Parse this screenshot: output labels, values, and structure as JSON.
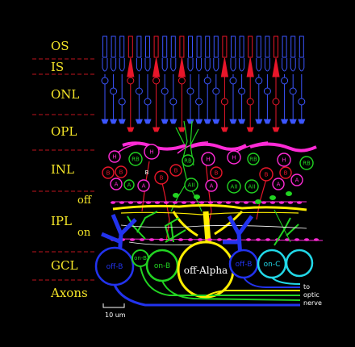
{
  "layers": [
    {
      "id": "os",
      "label": "OS"
    },
    {
      "id": "is",
      "label": "IS"
    },
    {
      "id": "onl",
      "label": "ONL"
    },
    {
      "id": "opl",
      "label": "OPL"
    },
    {
      "id": "inl",
      "label": "INL"
    },
    {
      "id": "ipl",
      "label": "IPL"
    },
    {
      "id": "gcl",
      "label": "GCL"
    },
    {
      "id": "axons",
      "label": "Axons"
    }
  ],
  "sublayers": {
    "off": "off",
    "on": "on"
  },
  "cells": {
    "horizontal": "H",
    "rod_bipolar": "RB",
    "bipolar": "B",
    "amacrine": "A",
    "aii": "AII"
  },
  "ganglion": {
    "off_b_left": "off-B",
    "on_b_small": "on-B",
    "on_b": "on-B",
    "off_alpha": "off-Alpha",
    "off_b_right": "off-B",
    "on_c": "on-C"
  },
  "scale_bar": "10 um",
  "optic_nerve": [
    "to",
    "optic",
    "nerve"
  ],
  "colors": {
    "label": "#f5e628",
    "cone": "#3b55ff",
    "rod": "#e8162a",
    "horizontal": "#ff2bd6",
    "green": "#22d422",
    "yellow": "#ffee00",
    "blue": "#2233ee",
    "cyan": "#22d8e8",
    "white": "#ffffff",
    "dashed": "#c0141e"
  }
}
